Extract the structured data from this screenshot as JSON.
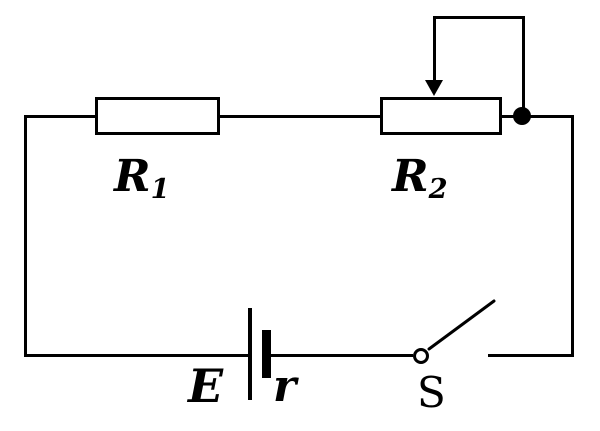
{
  "diagram": {
    "type": "circuit-schematic",
    "colors": {
      "line": "#000000",
      "background": "#ffffff"
    },
    "labels": {
      "r1_symbol": "R",
      "r1_subscript": "1",
      "r2_symbol": "R",
      "r2_subscript": "2",
      "emf": "E",
      "internal_resistance": "r",
      "switch": "S"
    },
    "components": {
      "resistor": "fixed resistor R1",
      "rheostat": "sliding rheostat R2 with wiper arrow",
      "battery": "cell E with internal resistance r",
      "switch": "open switch S",
      "junction": "node dot at right end of R2"
    }
  }
}
